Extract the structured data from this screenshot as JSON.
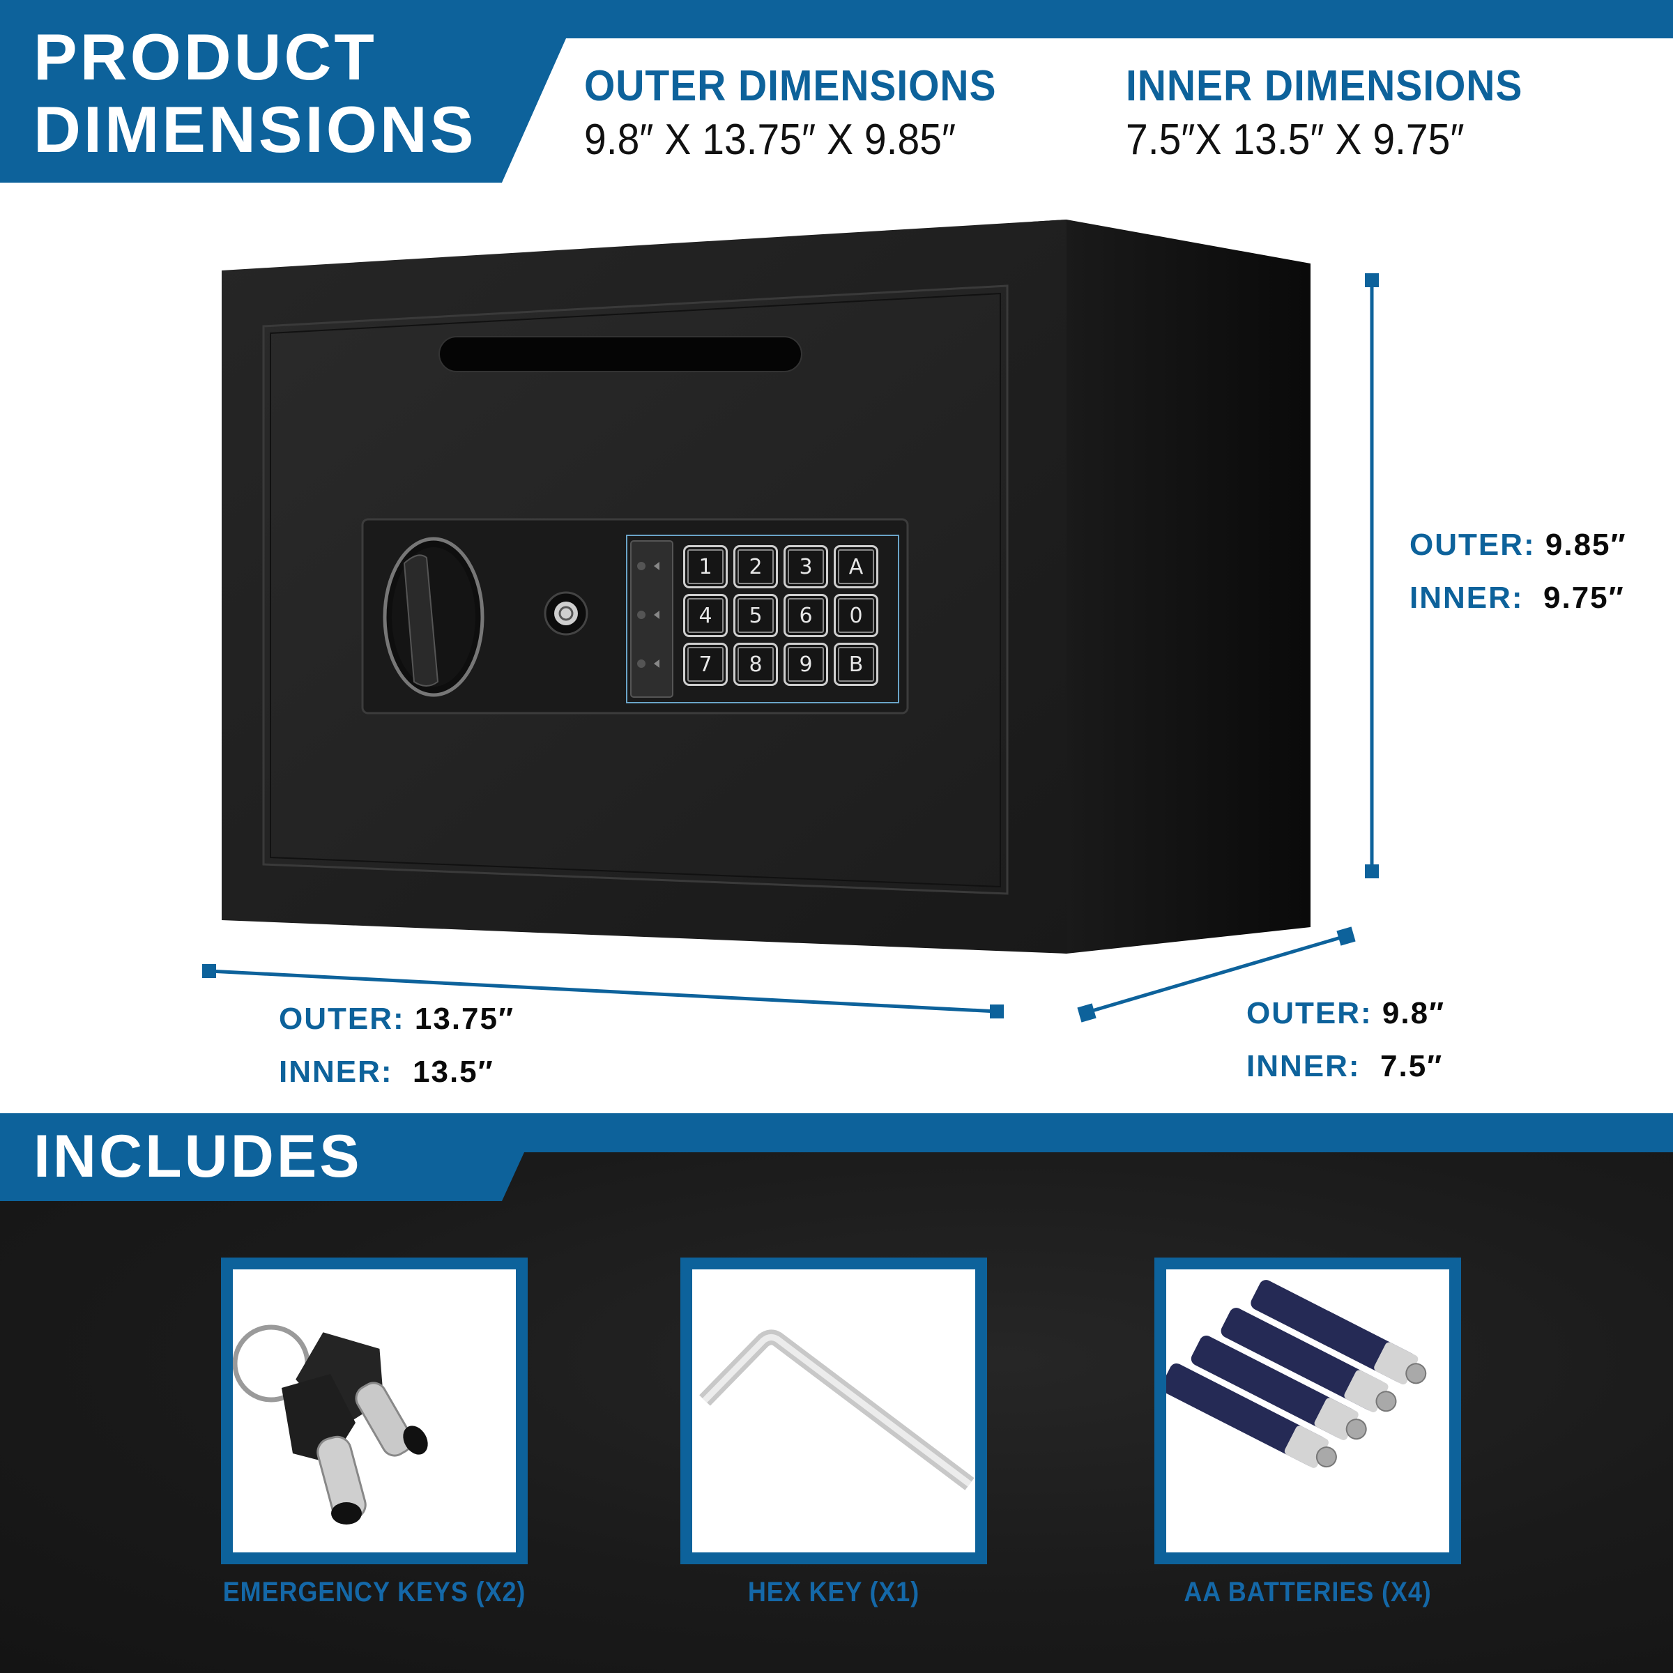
{
  "header": {
    "title_line1": "PRODUCT",
    "title_line2": "DIMENSIONS",
    "outer": {
      "heading": "OUTER DIMENSIONS",
      "value": "9.8″ X 13.75″ X 9.85″"
    },
    "inner": {
      "heading": "INNER DIMENSIONS",
      "value": "7.5″X 13.5″ X 9.75″"
    }
  },
  "measurements": {
    "height": {
      "outer_label": "OUTER:",
      "outer_value": "9.85″",
      "inner_label": "INNER:",
      "inner_value": "9.75″"
    },
    "width": {
      "outer_label": "OUTER:",
      "outer_value": "13.75″",
      "inner_label": "INNER:",
      "inner_value": "13.5″"
    },
    "depth": {
      "outer_label": "OUTER:",
      "outer_value": "9.8″",
      "inner_label": "INNER:",
      "inner_value": "7.5″"
    }
  },
  "safe": {
    "keypad_keys": [
      "1",
      "2",
      "3",
      "A",
      "4",
      "5",
      "6",
      "0",
      "7",
      "8",
      "9",
      "B"
    ]
  },
  "includes": {
    "title": "INCLUDES",
    "items": [
      {
        "label": "EMERGENCY KEYS (X2)",
        "icon": "keys-icon"
      },
      {
        "label": "HEX KEY (X1)",
        "icon": "hex-key-icon"
      },
      {
        "label": "AA BATTERIES (X4)",
        "icon": "batteries-icon"
      }
    ]
  },
  "colors": {
    "brand_blue": "#0d629b",
    "dark_bg": "#1a1a1a",
    "safe_black": "#141414"
  }
}
